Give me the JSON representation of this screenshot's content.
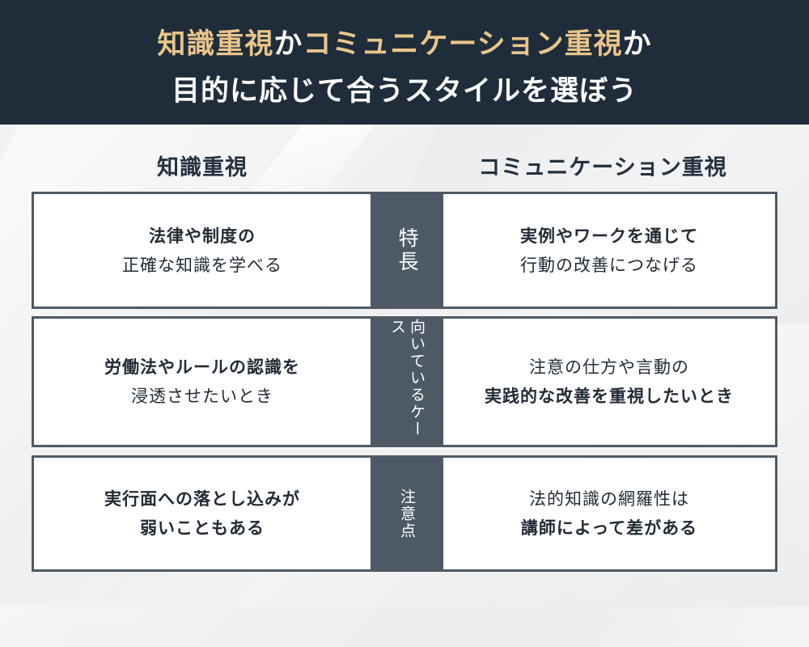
{
  "header": {
    "line1": [
      {
        "text": "知識重視",
        "accent": true
      },
      {
        "text": "か",
        "accent": false
      },
      {
        "text": "コミュニケーション重視",
        "accent": true
      },
      {
        "text": "か",
        "accent": false
      }
    ],
    "line2": "目的に応じて合うスタイルを選ぼう"
  },
  "columns": {
    "left_title": "知識重視",
    "right_title": "コミュニケーション重視"
  },
  "rows": [
    {
      "label": "特長",
      "left": [
        "法律や制度の",
        "正確な知識を学べる"
      ],
      "right": [
        "実例やワークを通じて",
        "行動の改善につなげる"
      ]
    },
    {
      "label": "向いているケース",
      "left": [
        "労働法やルールの認識を",
        "浸透させたいとき"
      ],
      "right": [
        "注意の仕方や言動の",
        "実践的な改善を重視したいとき"
      ]
    },
    {
      "label": "注意点",
      "left": [
        "実行面への落とし込みが",
        "弱いこともある"
      ],
      "right": [
        "法的知識の網羅性は",
        "講師によって差がある"
      ]
    }
  ],
  "colors": {
    "header_bg": "#1f2d3b",
    "accent_gold": "#e8c58a",
    "label_bg": "#4d5a66",
    "border": "#4e5a65",
    "text": "#222c36"
  }
}
